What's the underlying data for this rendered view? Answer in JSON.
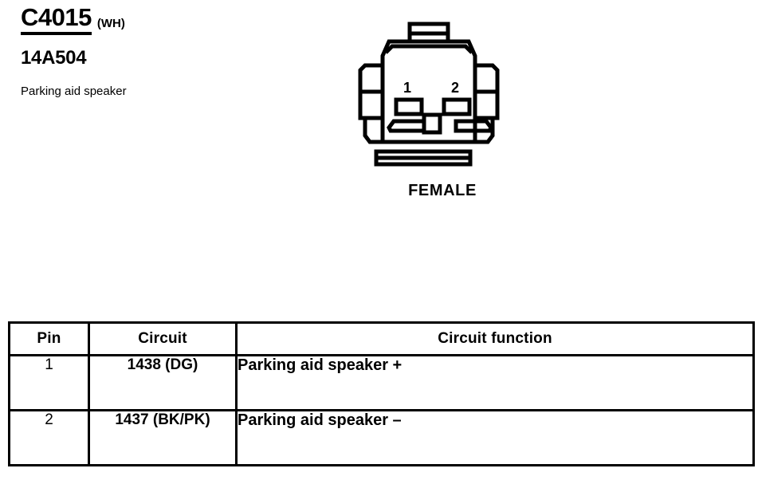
{
  "header": {
    "connector_id": "C4015",
    "color_code": "(WH)",
    "part_number": "14A504",
    "component_name": "Parking aid speaker"
  },
  "connector": {
    "gender_label": "FEMALE",
    "pin_labels": [
      "1",
      "2"
    ],
    "pin_count": 2,
    "line_color": "#000000",
    "fill_color": "#ffffff"
  },
  "table": {
    "columns": [
      "Pin",
      "Circuit",
      "Circuit function"
    ],
    "rows": [
      {
        "pin": "1",
        "circuit": "1438 (DG)",
        "function": "Parking aid speaker +"
      },
      {
        "pin": "2",
        "circuit": "1437 (BK/PK)",
        "function": "Parking aid speaker –"
      }
    ]
  }
}
